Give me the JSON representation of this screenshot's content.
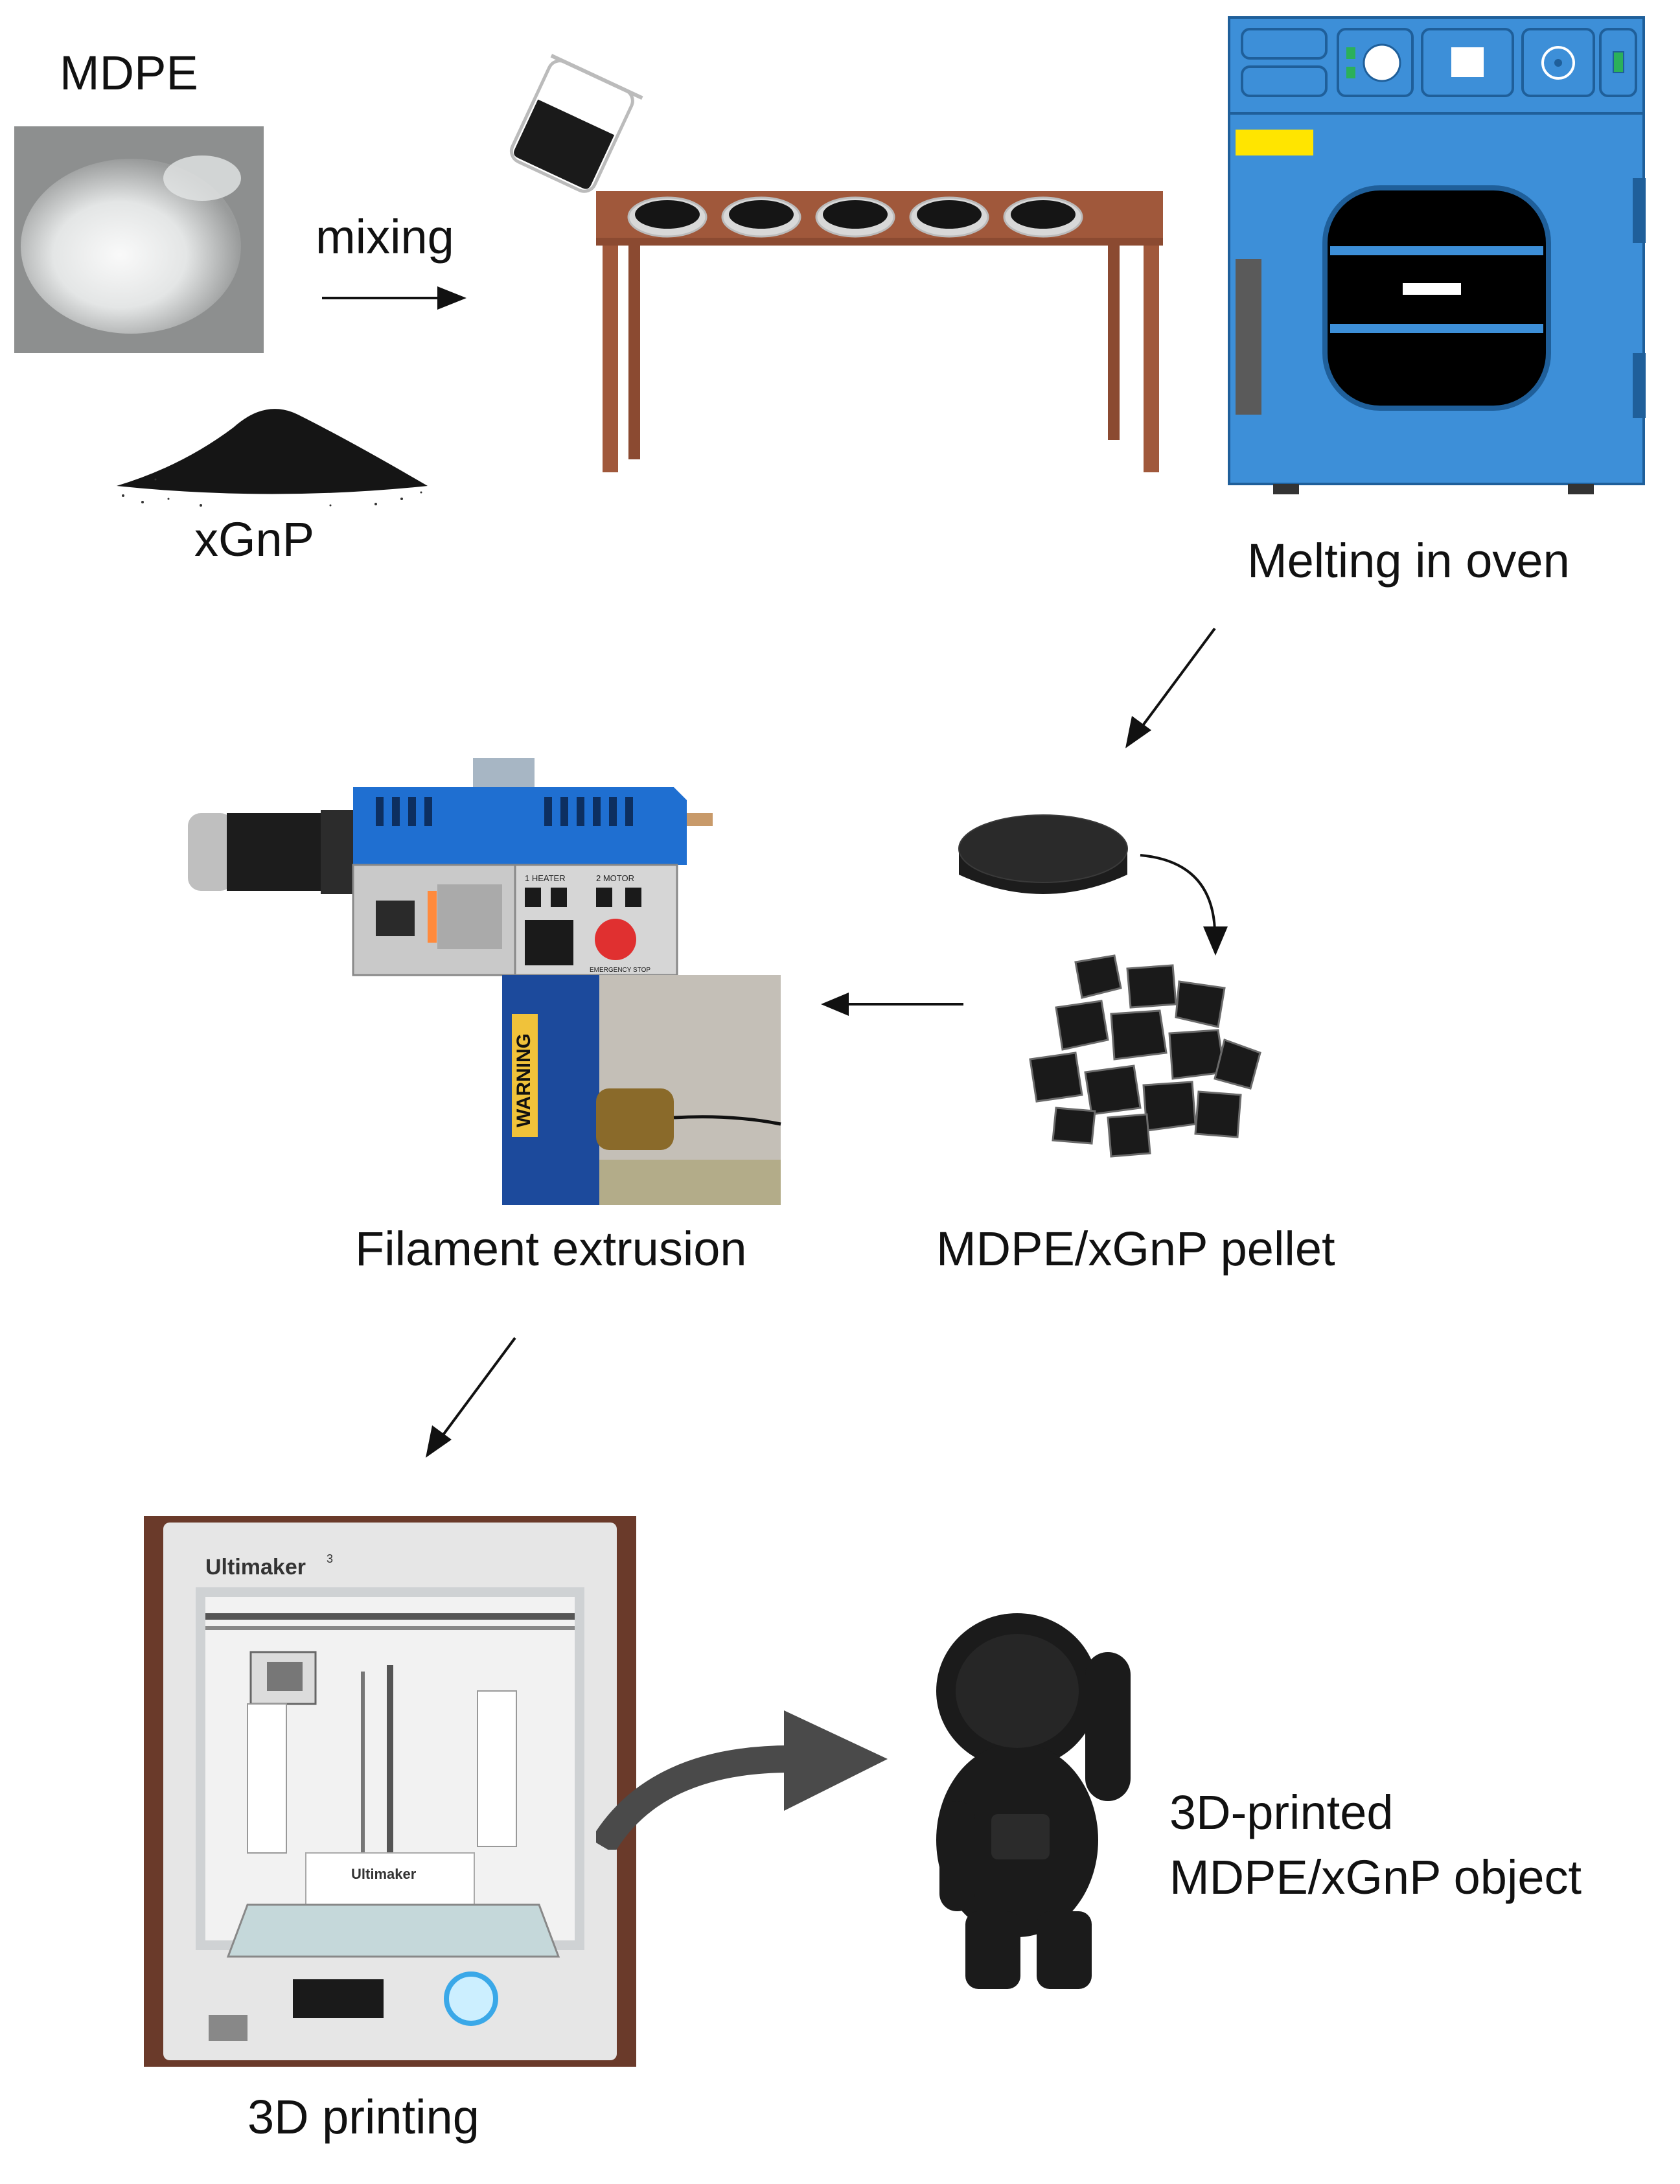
{
  "labels": {
    "mdpe": "MDPE",
    "xgnp": "xGnP",
    "mixing": "mixing",
    "melting": "Melting in oven",
    "filament": "Filament extrusion",
    "pellet": "MDPE/xGnP pellet",
    "printing": "3D printing",
    "object_line1": "3D-printed",
    "object_line2": "MDPE/xGnP object"
  },
  "equipment_text": {
    "extruder_warning": "WARNING",
    "extruder_heater": "1 HEATER",
    "extruder_motor": "2 MOTOR",
    "extruder_stop": "EMERGENCY STOP",
    "printer_brand": "Ultimaker",
    "printer_model_sup": "3"
  },
  "colors": {
    "oven_body": "#3d8fd8",
    "table_wood": "#a0583b",
    "extruder_blue": "#1f6fd1",
    "arrow": "#111111",
    "curved_arrow": "#4a4a4a"
  }
}
